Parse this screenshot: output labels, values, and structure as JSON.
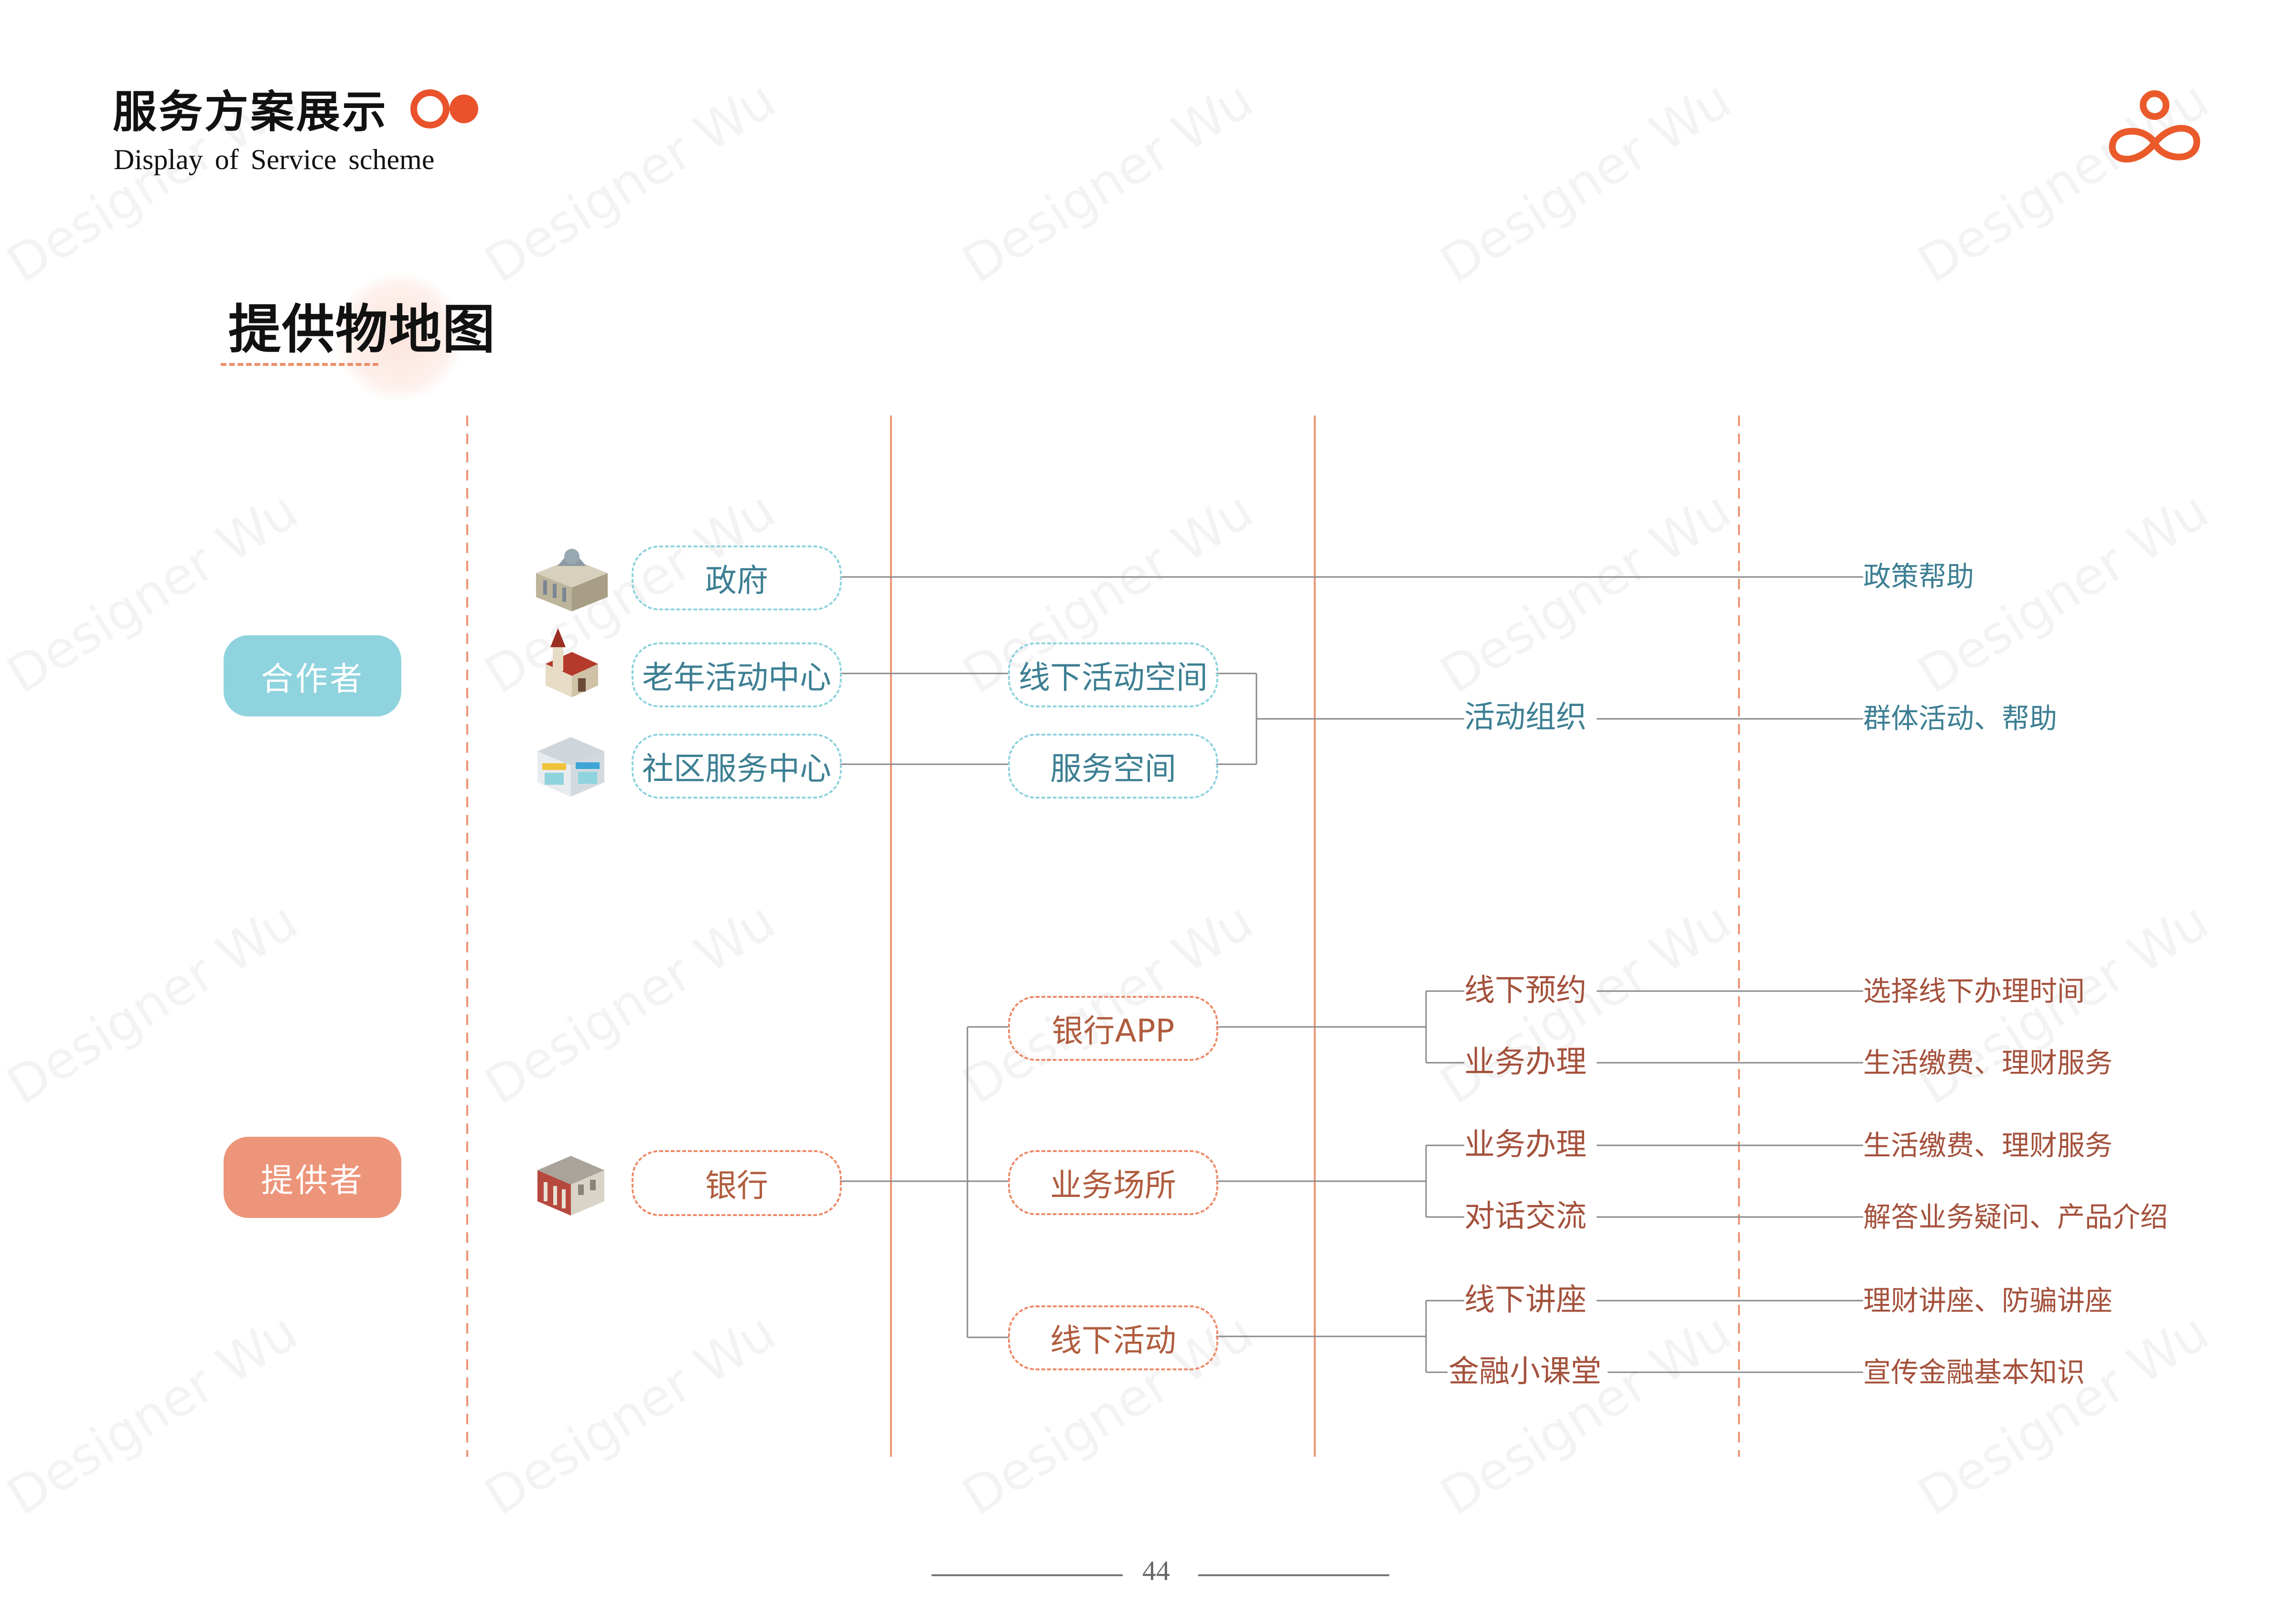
{
  "header": {
    "title_cn": "服务方案展示",
    "title_en": "Display of Service scheme"
  },
  "section": {
    "title": "提供物地图"
  },
  "watermark": "Designer Wu",
  "colors": {
    "accent": "#e9522b",
    "partner": "#8fd3de",
    "provider": "#ed8a67",
    "partner_text": "#3d7f93",
    "provider_text": "#a4513c"
  },
  "roles": {
    "partner": "合作者",
    "provider": "提供者"
  },
  "partner_sources": [
    {
      "icon": "government-building-icon",
      "label": "政府"
    },
    {
      "icon": "church-building-icon",
      "label": "老年活动中心"
    },
    {
      "icon": "community-store-icon",
      "label": "社区服务中心"
    }
  ],
  "partner_channels": [
    "线下活动空间",
    "服务空间"
  ],
  "partner_activity": "活动组织",
  "partner_results": [
    "政策帮助",
    "群体活动、帮助"
  ],
  "provider_source": {
    "icon": "bank-building-icon",
    "label": "银行"
  },
  "provider_channels": [
    "银行APP",
    "业务场所",
    "线下活动"
  ],
  "provider_activities": [
    "线下预约",
    "业务办理",
    "业务办理",
    "对话交流",
    "线下讲座",
    "金融小课堂"
  ],
  "provider_results": [
    "选择线下办理时间",
    "生活缴费、理财服务",
    "生活缴费、理财服务",
    "解答业务疑问、产品介绍",
    "理财讲座、防骗讲座",
    "宣传金融基本知识"
  ],
  "footer": {
    "page": "44"
  }
}
